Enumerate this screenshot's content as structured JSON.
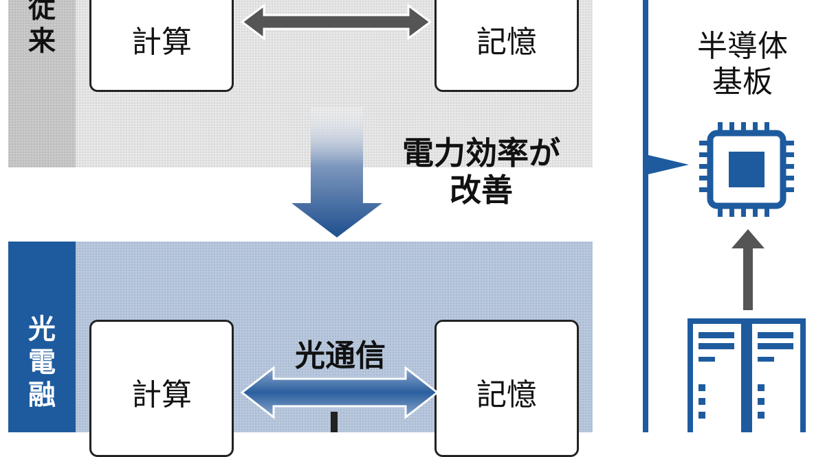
{
  "top_section": {
    "label_chars": [
      "従",
      "来"
    ],
    "compute_label": "計算",
    "memory_label": "記憶"
  },
  "transition": {
    "text_lines": [
      "電力効率が",
      "改善"
    ]
  },
  "bottom_section": {
    "label_chars": [
      "光",
      "電",
      "融"
    ],
    "compute_label": "計算",
    "memory_label": "記憶",
    "link_label": "光通信"
  },
  "right_side": {
    "title_lines": [
      "半導体",
      "基板"
    ]
  },
  "colors": {
    "navy": "#1e5b9e",
    "gray_panel": "#e7e7e7",
    "blue_panel": "#b9c8dc",
    "arrow_gray": "#555555"
  }
}
